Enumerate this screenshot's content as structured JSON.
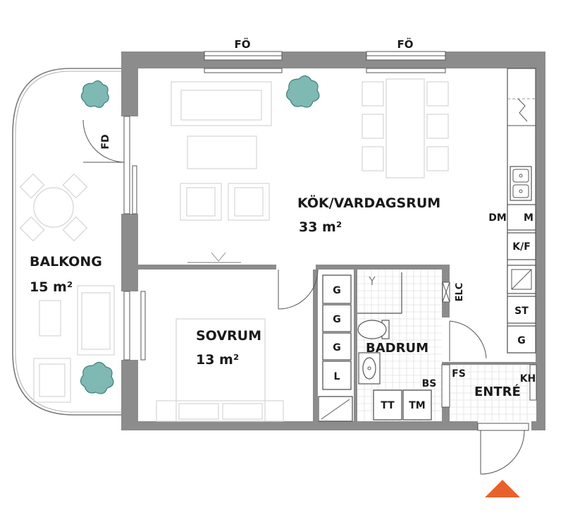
{
  "rooms": {
    "living": {
      "name": "KÖK/VARDAGSRUM",
      "area": "33 m²"
    },
    "balcony": {
      "name": "BALKONG",
      "area": "15 m²"
    },
    "bedroom": {
      "name": "SOVRUM",
      "area": "13 m²"
    },
    "bath": {
      "name": "BADRUM"
    },
    "entry": {
      "name": "ENTRÉ"
    }
  },
  "labels": {
    "window_left": "FÖ",
    "window_right": "FÖ",
    "fd": "FD",
    "dm": "DM",
    "m": "M",
    "kf": "K/F",
    "st": "ST",
    "g_kitchen": "G",
    "wardrobe": [
      "G",
      "G",
      "G",
      "L"
    ],
    "elc": "ELC",
    "bs": "BS",
    "tt": "TT",
    "tm": "TM",
    "fs": "FS",
    "kh": "KH"
  },
  "colors": {
    "wall": "#8c8c8c",
    "furniture": "#d4d4d4",
    "plant": "#7fb9b4",
    "entrance_marker": "#e8612c"
  }
}
